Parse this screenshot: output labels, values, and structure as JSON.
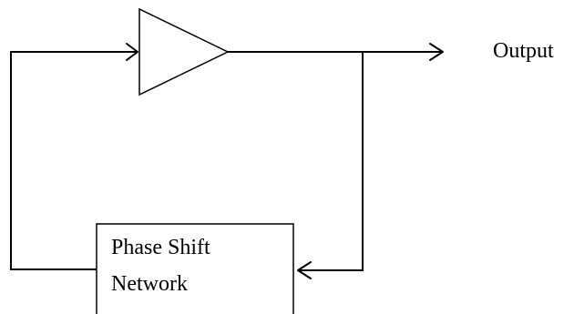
{
  "diagram": {
    "output_label": "Output",
    "network_block": {
      "line1": "Phase Shift",
      "line2": "Network"
    }
  }
}
